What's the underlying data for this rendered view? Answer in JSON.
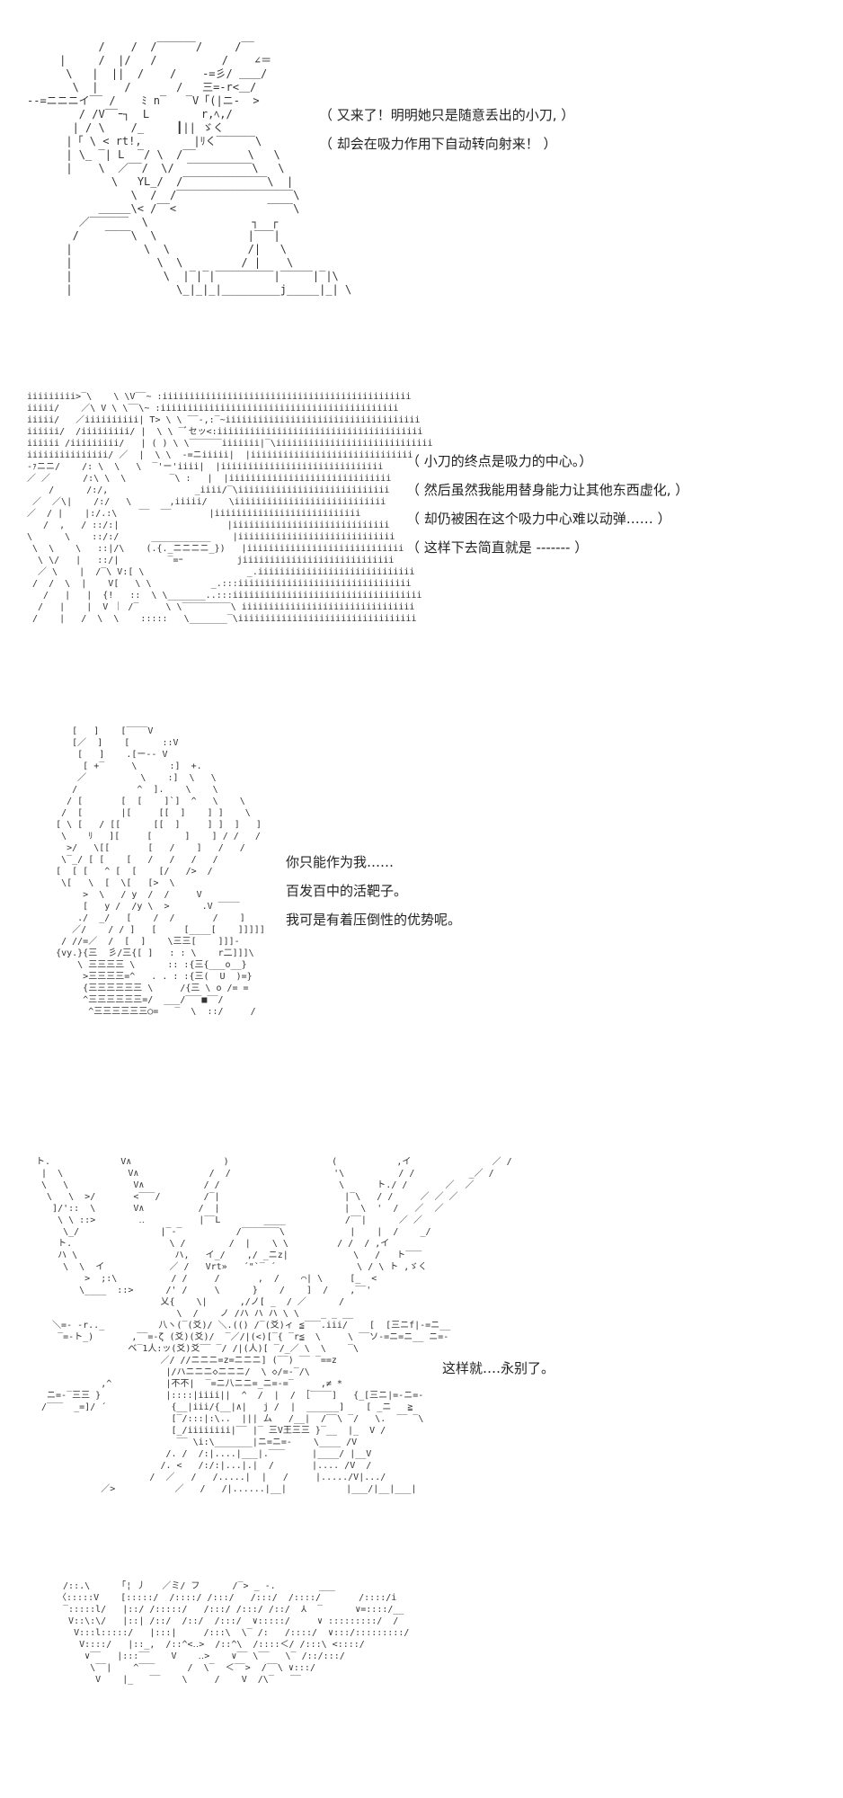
{
  "panels": [
    {
      "id": "panel1",
      "lines": [
        "（ 又来了！明明她只是随意丢出的小刀, ）",
        "（ 却会在吸力作用下自动转向射来！ ）"
      ]
    },
    {
      "id": "panel2",
      "lines": [
        "（ 小刀的终点是吸力的中心。）",
        "（ 然后虽然我能用替身能力让其他东西虚化, ）",
        "（ 却仍被困在这个吸力中心难以动弹‥‥‥ ）",
        "（ 这样下去简直就是 ------- ）"
      ]
    },
    {
      "id": "panel3",
      "lines": [
        "你只能作为我‥‥‥",
        "百发百中的活靶子。",
        "我可是有着压倒性的优势呢。"
      ]
    },
    {
      "id": "panel4",
      "lines": [
        "这样就‥‥永别了。"
      ]
    }
  ]
}
